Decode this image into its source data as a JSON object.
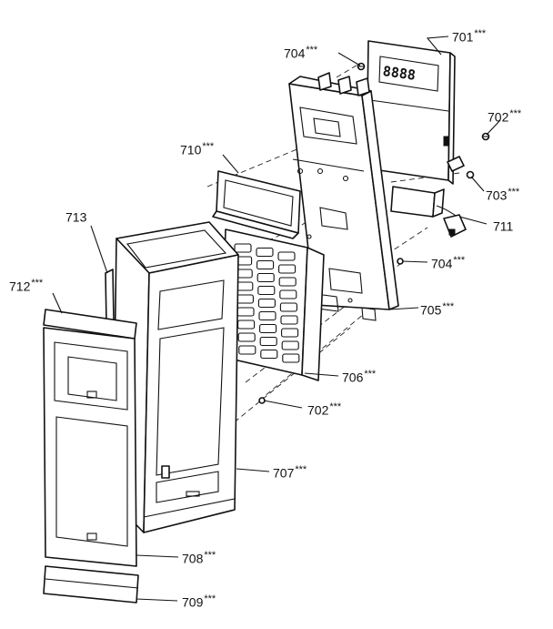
{
  "display": {
    "readout": "8888"
  },
  "callouts": [
    {
      "id": "701",
      "num": "701",
      "stars": "***"
    },
    {
      "id": "704a",
      "num": "704",
      "stars": "***"
    },
    {
      "id": "702a",
      "num": "702",
      "stars": "***"
    },
    {
      "id": "710",
      "num": "710",
      "stars": "***"
    },
    {
      "id": "703",
      "num": "703",
      "stars": "***"
    },
    {
      "id": "711",
      "num": "711",
      "stars": ""
    },
    {
      "id": "713",
      "num": "713",
      "stars": ""
    },
    {
      "id": "704b",
      "num": "704",
      "stars": "***"
    },
    {
      "id": "712",
      "num": "712",
      "stars": "***"
    },
    {
      "id": "705",
      "num": "705",
      "stars": "***"
    },
    {
      "id": "706",
      "num": "706",
      "stars": "***"
    },
    {
      "id": "702b",
      "num": "702",
      "stars": "***"
    },
    {
      "id": "707",
      "num": "707",
      "stars": "***"
    },
    {
      "id": "708",
      "num": "708",
      "stars": "***"
    },
    {
      "id": "709",
      "num": "709",
      "stars": "***"
    }
  ]
}
